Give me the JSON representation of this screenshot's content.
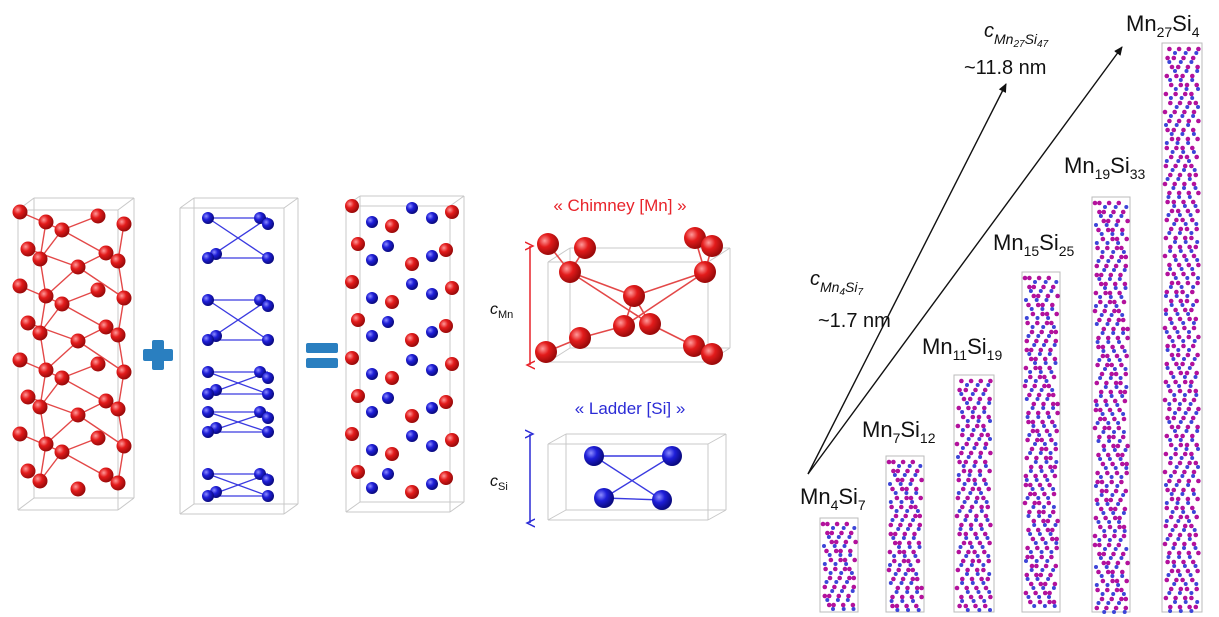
{
  "colors": {
    "mn_atom": "#e31b1b",
    "si_atom": "#1e1ed8",
    "mn_bond": "#e34848",
    "si_bond": "#3a3ae0",
    "cell_edge": "#c8c8c8",
    "operator": "#2a7fc0",
    "compound_mn": "#b3119c",
    "compound_si": "#3d45d8",
    "chimney_label": "#e8232a",
    "ladder_label": "#2b2bd6"
  },
  "left_panel": {
    "plus_symbol": "+",
    "equals_symbol": "=",
    "chimney_label": "« Chimney [Mn] »",
    "ladder_label": "« Ladder [Si] »",
    "c_mn": {
      "c": "c",
      "sub": "Mn"
    },
    "c_si": {
      "c": "c",
      "sub": "Si"
    }
  },
  "right_panel": {
    "c_long": {
      "c": "c",
      "sub1": "Mn",
      "sub2": "27",
      "sub3": "Si",
      "sub4": "47",
      "value": "~11.8 nm"
    },
    "c_short": {
      "c": "c",
      "sub1": "Mn",
      "sub2": "4",
      "sub3": "Si",
      "sub4": "7",
      "value": "~1.7 nm"
    },
    "compounds": [
      {
        "mn": "Mn",
        "mn_n": "4",
        "si": "Si",
        "si_n": "7"
      },
      {
        "mn": "Mn",
        "mn_n": "7",
        "si": "Si",
        "si_n": "12"
      },
      {
        "mn": "Mn",
        "mn_n": "11",
        "si": "Si",
        "si_n": "19"
      },
      {
        "mn": "Mn",
        "mn_n": "15",
        "si": "Si",
        "si_n": "25"
      },
      {
        "mn": "Mn",
        "mn_n": "19",
        "si": "Si",
        "si_n": "33"
      },
      {
        "mn": "Mn",
        "mn_n": "27",
        "si": "Si",
        "si_n": "4"
      }
    ]
  }
}
